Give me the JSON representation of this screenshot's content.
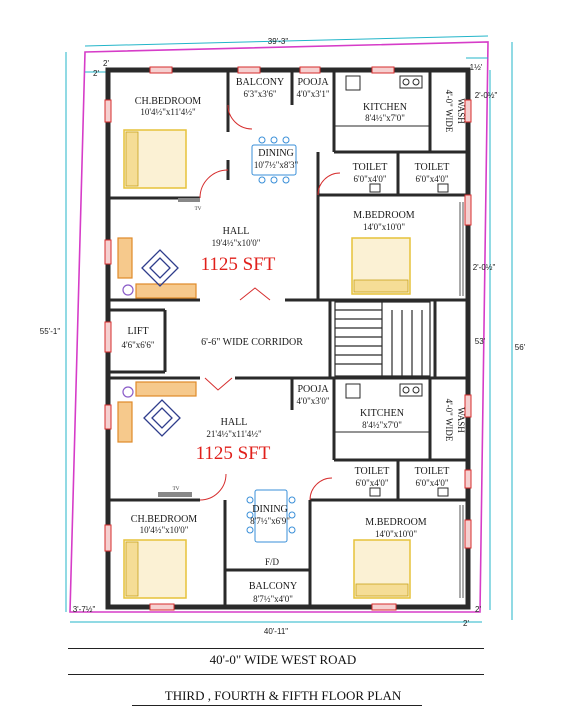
{
  "colors": {
    "wall": "#2a2a2a",
    "plot_boundary": "#d63cc8",
    "dimension_line": "#23b5c9",
    "window": "#d62d2d",
    "area_text": "#e0201b",
    "furniture_blue": "#3a8fd8",
    "furniture_orange": "#e08a28",
    "furniture_yellow": "#e6c23a"
  },
  "dimensions": {
    "top_overall": "39'-3\"",
    "bottom_overall": "40'-11\"",
    "left_side": "55'-1\"",
    "right_inner": "53'",
    "right_outer": "56'",
    "top_left_setback": "2'",
    "top_left_offset": "2'",
    "top_right_setback": "1½'",
    "right_setback_top": "2'-0½\"",
    "right_setback_mid": "2'-0½\"",
    "bottom_left_setback": "3'-7½\"",
    "bottom_right_setback": "2'",
    "bottom_right_offset": "2'"
  },
  "upper_flat": {
    "ch_bedroom": {
      "name": "CH.BEDROOM",
      "size": "10'4½\"x11'4½\""
    },
    "balcony": {
      "name": "BALCONY",
      "size": "6'3\"x3'6\""
    },
    "pooja": {
      "name": "POOJA",
      "size": "4'0\"x3'1\""
    },
    "kitchen": {
      "name": "KITCHEN",
      "size": "8'4½\"x7'0\""
    },
    "wash": {
      "line1": "4'-0\" WIDE",
      "line2": "WASH"
    },
    "dining": {
      "name": "DINING",
      "size": "10'7½\"x8'3\""
    },
    "toilet_left": {
      "name": "TOILET",
      "size": "6'0\"x4'0\""
    },
    "toilet_right": {
      "name": "TOILET",
      "size": "6'0\"x4'0\""
    },
    "hall": {
      "name": "HALL",
      "size": "19'4½\"x10'0\""
    },
    "area": "1125 SFT",
    "m_bedroom": {
      "name": "M.BEDROOM",
      "size": "14'0\"x10'0\""
    },
    "tv_label": "TV"
  },
  "middle": {
    "lift": {
      "name": "LIFT",
      "size": "4'6\"x6'6\""
    },
    "corridor": "6'-6\" WIDE CORRIDOR"
  },
  "lower_flat": {
    "pooja": {
      "name": "POOJA",
      "size": "4'0\"x3'0\""
    },
    "kitchen": {
      "name": "KITCHEN",
      "size": "8'4½\"x7'0\""
    },
    "wash": {
      "line1": "4'-0\" WIDE",
      "line2": "WASH"
    },
    "hall": {
      "name": "HALL",
      "size": "21'4½\"x11'4½\""
    },
    "area": "1125 SFT",
    "toilet_left": {
      "name": "TOILET",
      "size": "6'0\"x4'0\""
    },
    "toilet_right": {
      "name": "TOILET",
      "size": "6'0\"x4'0\""
    },
    "tv_label": "TV",
    "ch_bedroom": {
      "name": "CH.BEDROOM",
      "size": "10'4½\"x10'0\""
    },
    "dining": {
      "name": "DINING",
      "size": "8'7½\"x6'9\""
    },
    "m_bedroom": {
      "name": "M.BEDROOM",
      "size": "14'0\"x10'0\""
    },
    "fd": "F/D",
    "balcony": {
      "name": "BALCONY",
      "size": "8'7½\"x4'0\""
    }
  },
  "road": "40'-0\" WIDE WEST ROAD",
  "title": "THIRD , FOURTH & FIFTH  FLOOR PLAN"
}
